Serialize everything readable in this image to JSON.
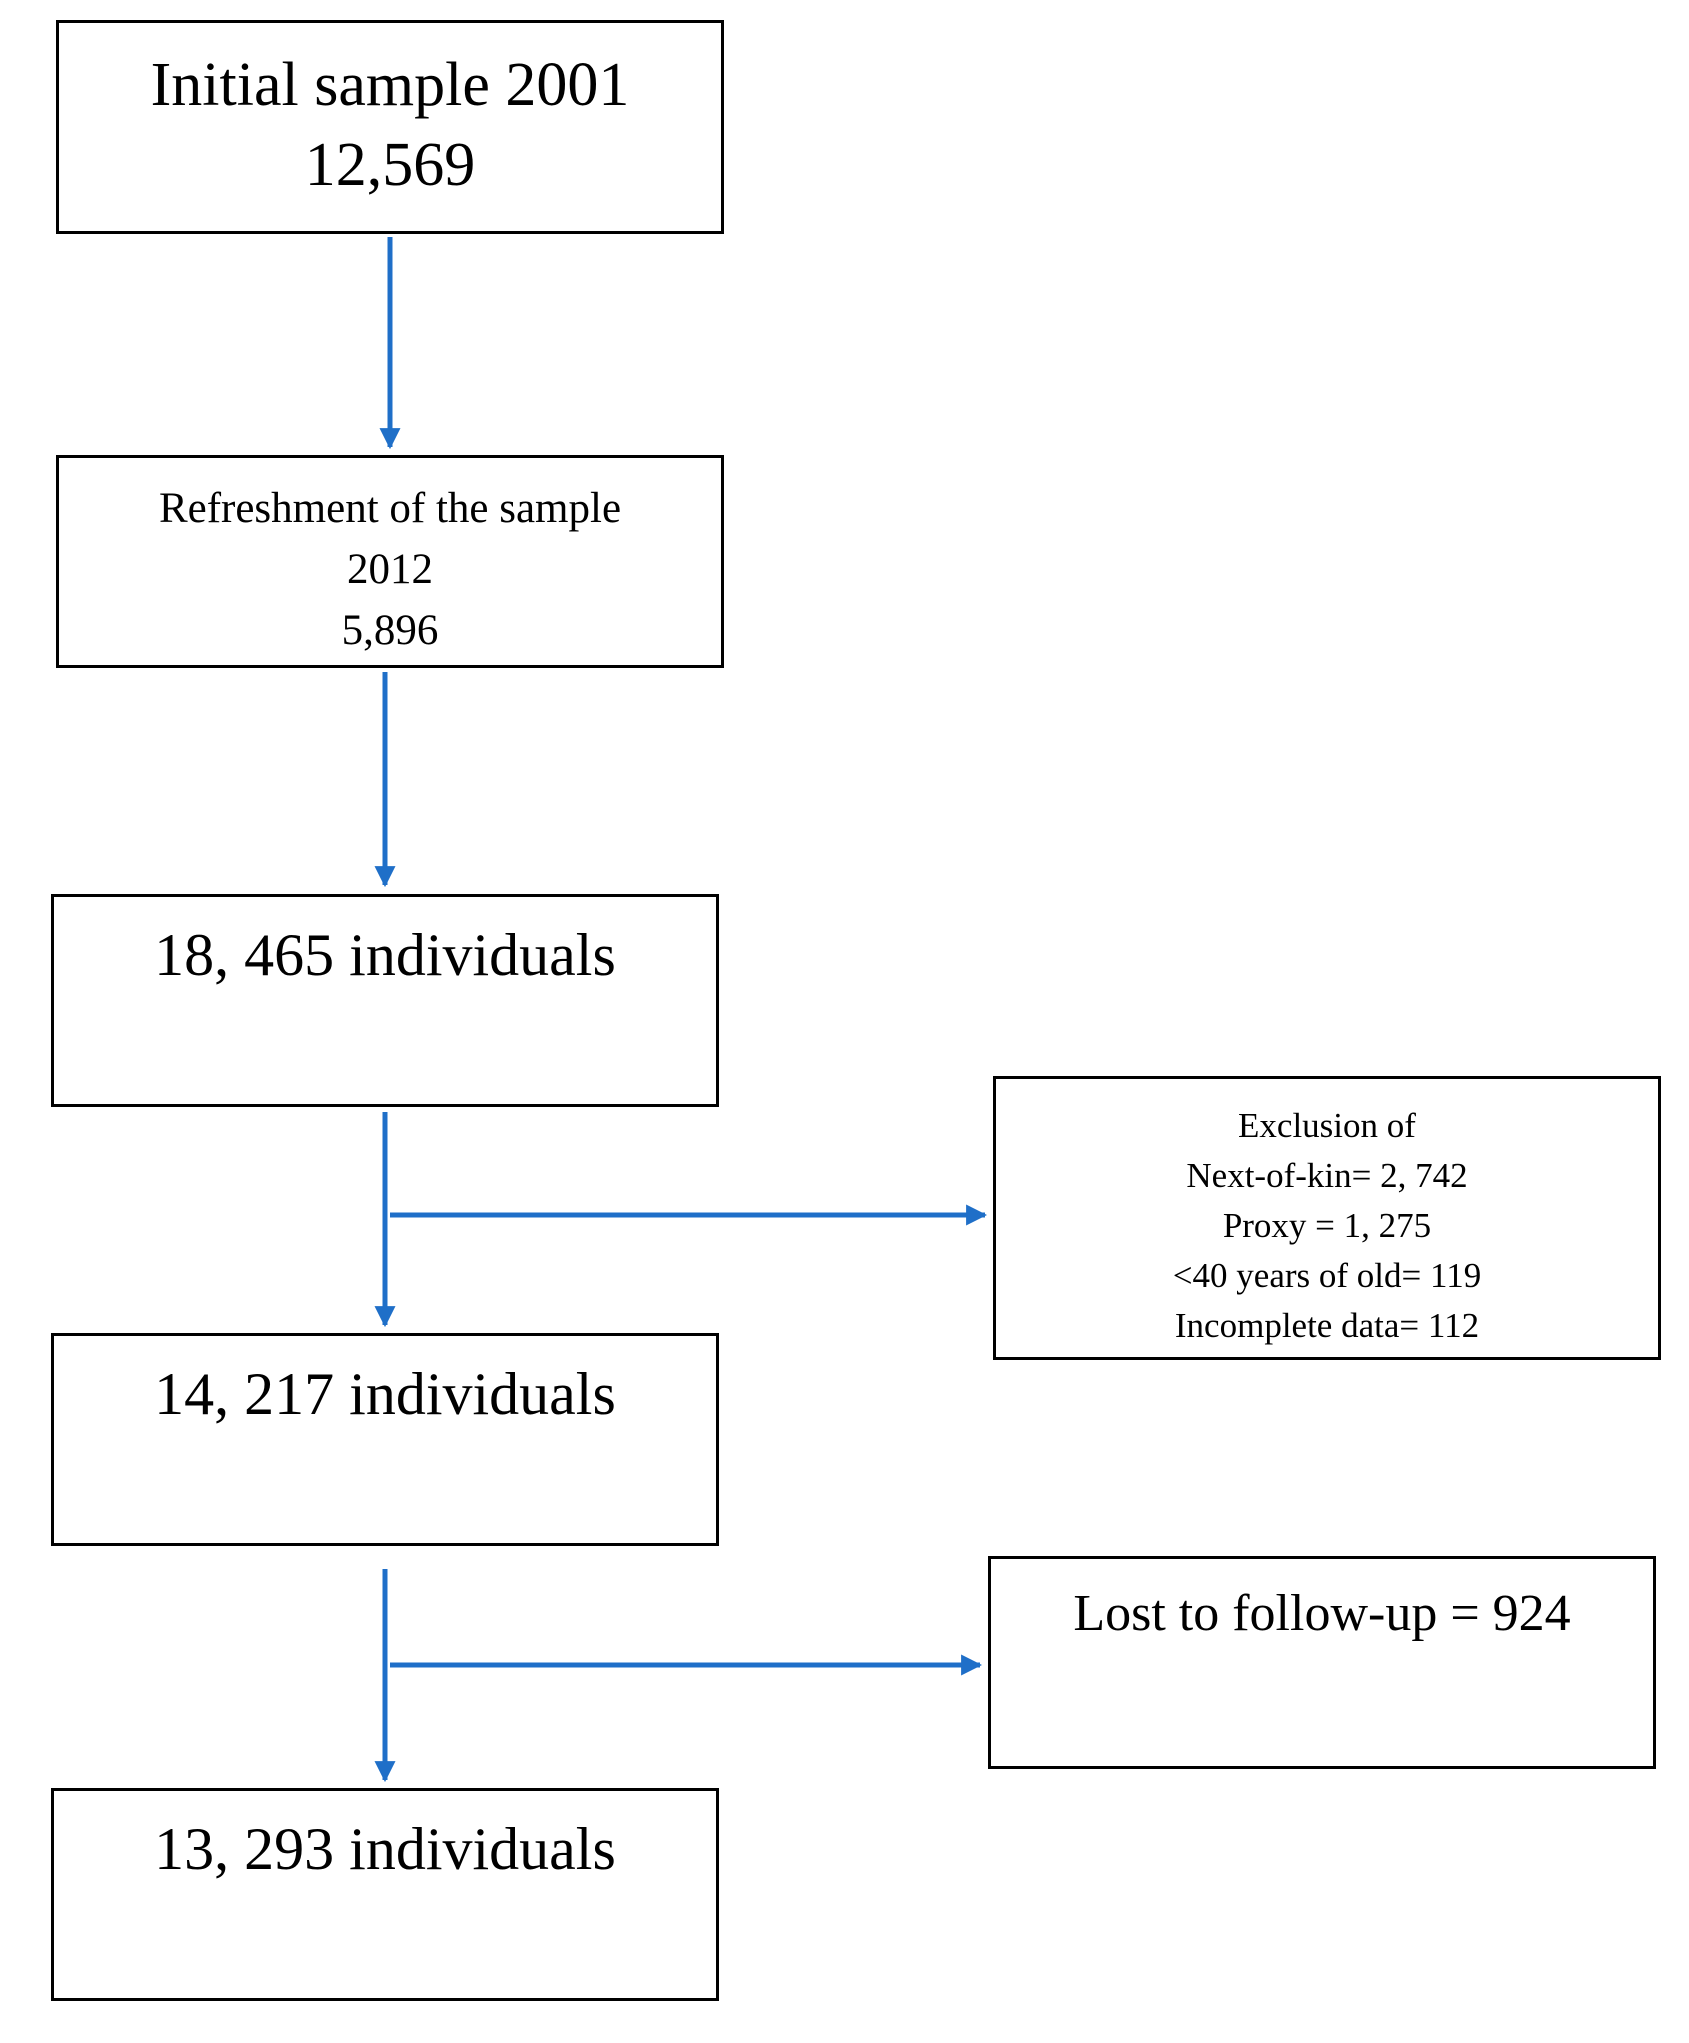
{
  "colors": {
    "arrow": "#1f6fc8",
    "box_border": "#000000",
    "text": "#000000",
    "background": "#ffffff"
  },
  "flowchart": {
    "initial_sample": {
      "title": "Initial sample 2001",
      "count": "12,569"
    },
    "refreshment": {
      "title": "Refreshment of the sample",
      "year": "2012",
      "count": "5,896"
    },
    "step_18465": {
      "text": "18, 465 individuals"
    },
    "exclusion": {
      "title": "Exclusion of",
      "items": [
        "Next-of-kin= 2, 742",
        "Proxy = 1, 275",
        "<40 years of old= 119",
        "Incomplete data= 112"
      ]
    },
    "step_14217": {
      "text": "14, 217 individuals"
    },
    "lost_to_followup": {
      "text": "Lost to follow-up = 924"
    },
    "step_13293": {
      "text": "13, 293 individuals"
    }
  }
}
